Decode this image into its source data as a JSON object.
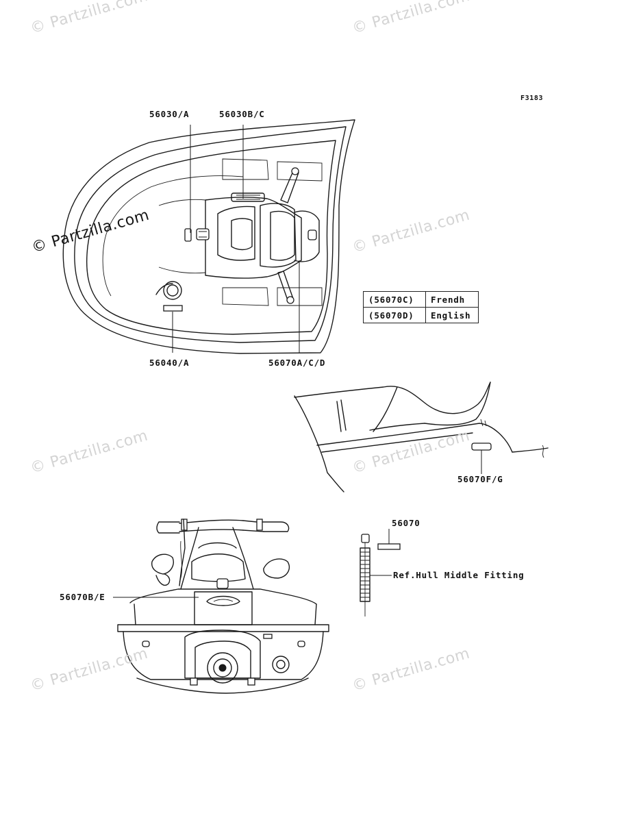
{
  "figure_code": "F3183",
  "watermark_text": "© Partzilla.com",
  "callouts": {
    "c_56030_a": "56030/A",
    "c_56030_bc": "56030B/C",
    "c_56040_a": "56040/A",
    "c_56070_acd": "56070A/C/D",
    "c_56070_fg": "56070F/G",
    "c_56070": "56070",
    "c_56070_be": "56070B/E",
    "ref_hull": "Ref.Hull Middle Fitting"
  },
  "language_table": [
    {
      "code": "(56070C)",
      "language": "Frendh"
    },
    {
      "code": "(56070D)",
      "language": "English"
    }
  ]
}
